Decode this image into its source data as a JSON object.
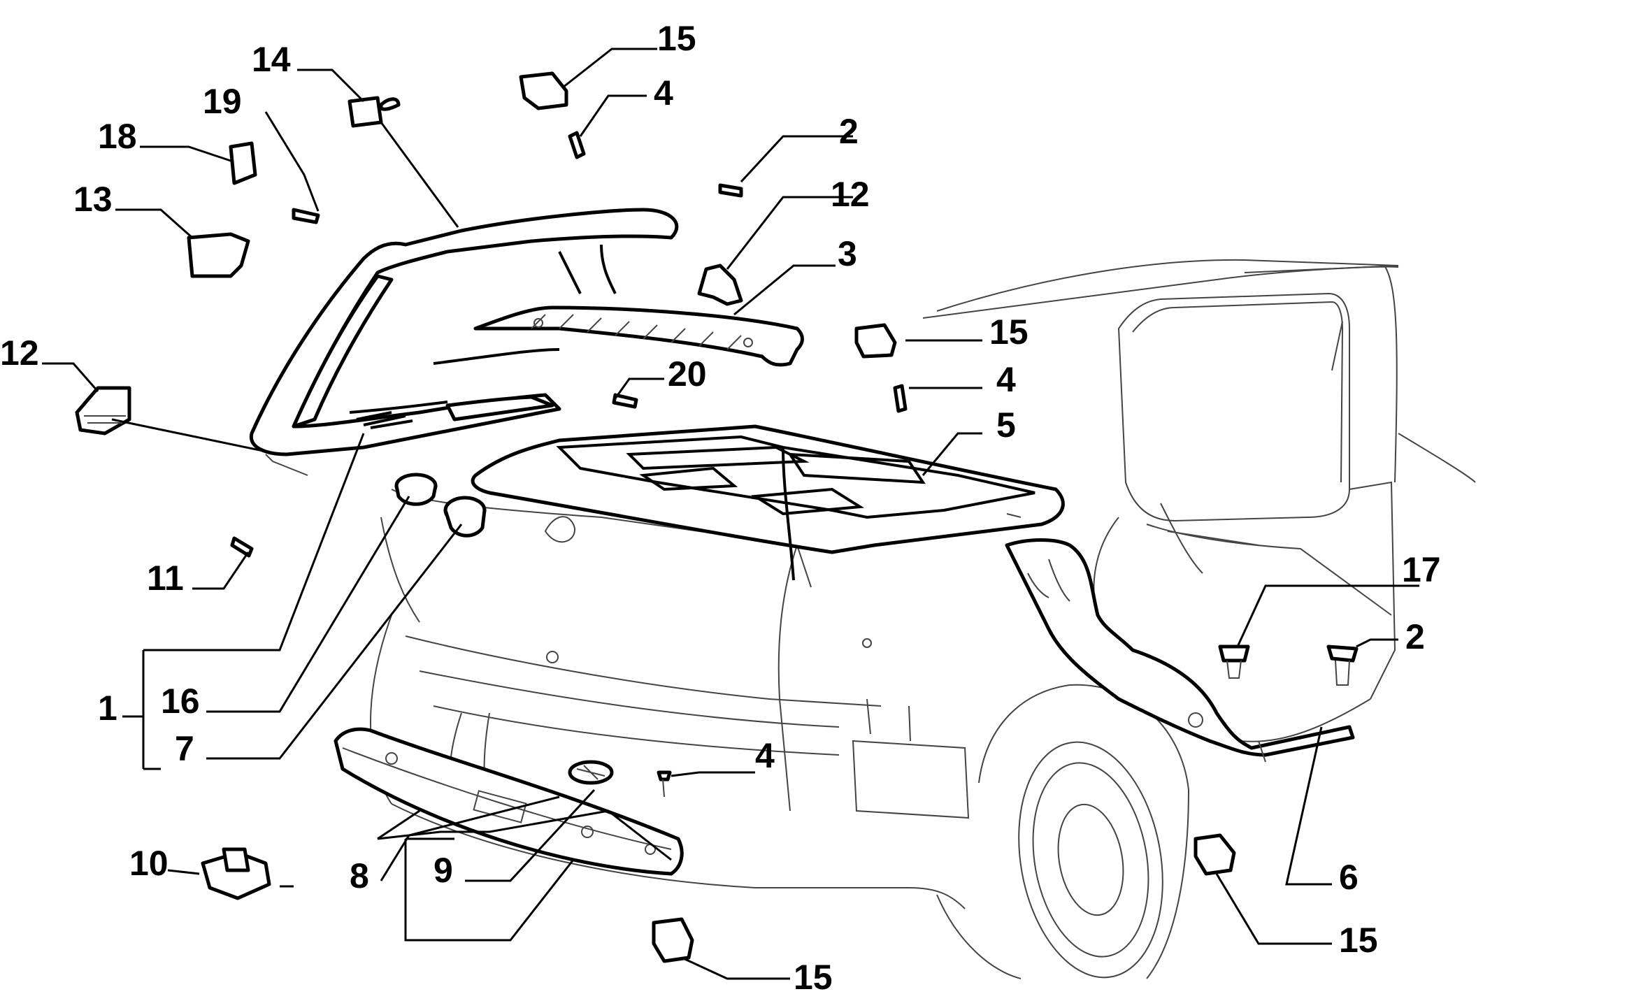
{
  "callouts": [
    {
      "id": "c14",
      "label": "14"
    },
    {
      "id": "c19",
      "label": "19"
    },
    {
      "id": "c18",
      "label": "18"
    },
    {
      "id": "c13",
      "label": "13"
    },
    {
      "id": "c12a",
      "label": "12"
    },
    {
      "id": "c11",
      "label": "11"
    },
    {
      "id": "c1",
      "label": "1"
    },
    {
      "id": "c16",
      "label": "16"
    },
    {
      "id": "c7",
      "label": "7"
    },
    {
      "id": "c10",
      "label": "10"
    },
    {
      "id": "c8",
      "label": "8"
    },
    {
      "id": "c9",
      "label": "9"
    },
    {
      "id": "c15a",
      "label": "15"
    },
    {
      "id": "c4a",
      "label": "4"
    },
    {
      "id": "c2a",
      "label": "2"
    },
    {
      "id": "c12b",
      "label": "12"
    },
    {
      "id": "c3",
      "label": "3"
    },
    {
      "id": "c15b",
      "label": "15"
    },
    {
      "id": "c4b",
      "label": "4"
    },
    {
      "id": "c20",
      "label": "20"
    },
    {
      "id": "c5",
      "label": "5"
    },
    {
      "id": "c17",
      "label": "17"
    },
    {
      "id": "c2b",
      "label": "2"
    },
    {
      "id": "c4c",
      "label": "4"
    },
    {
      "id": "c6",
      "label": "6"
    },
    {
      "id": "c15c",
      "label": "15"
    },
    {
      "id": "c15d",
      "label": "15"
    }
  ]
}
